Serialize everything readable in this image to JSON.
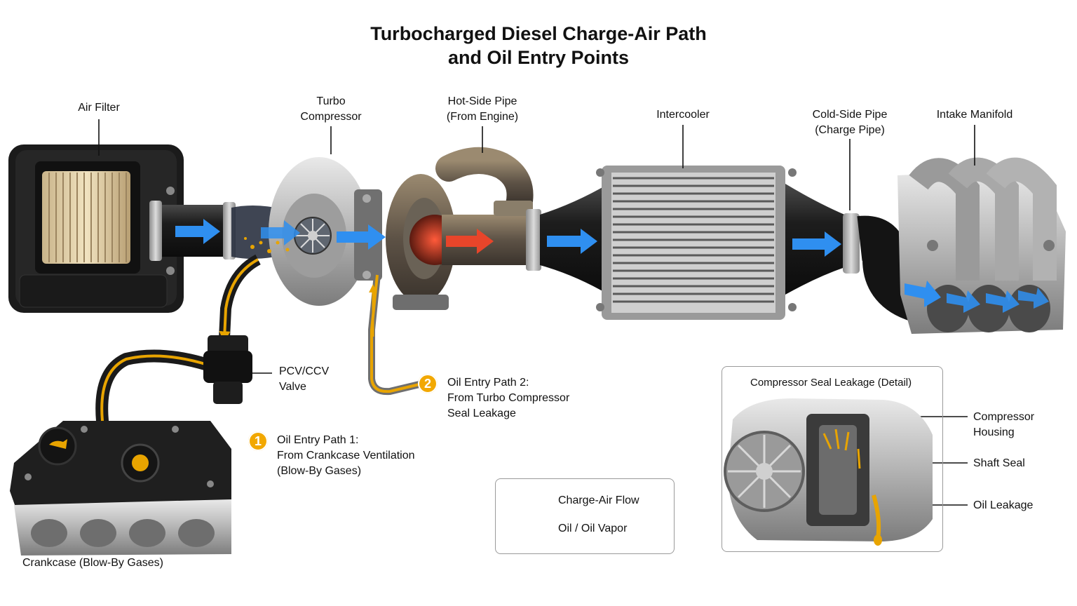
{
  "title": {
    "line1": "Turbocharged Diesel Charge-Air Path",
    "line2": "and Oil Entry Points"
  },
  "labels": {
    "air_filter": "Air Filter",
    "turbo_compressor": [
      "Turbo",
      "Compressor"
    ],
    "hot_side_pipe": [
      "Hot-Side Pipe",
      "(From Engine)"
    ],
    "intercooler": "Intercooler",
    "cold_side_pipe": [
      "Cold-Side Pipe",
      "(Charge Pipe)"
    ],
    "intake_manifold": "Intake Manifold",
    "pcv_valve": [
      "PCV/CCV",
      "Valve"
    ],
    "crankcase": "Crankcase (Blow-By Gases)"
  },
  "oil_paths": [
    {
      "number": "1",
      "lines": [
        "Oil Entry Path 1:",
        "From Crankcase Ventilation",
        "(Blow-By Gases)"
      ]
    },
    {
      "number": "2",
      "lines": [
        "Oil Entry Path 2:",
        "From Turbo Compressor",
        "Seal Leakage"
      ]
    }
  ],
  "legend": {
    "charge_air": "Charge-Air Flow",
    "oil": "Oil / Oil Vapor"
  },
  "detail": {
    "title": "Compressor Seal Leakage (Detail)",
    "compressor_housing": [
      "Compressor",
      "Housing"
    ],
    "shaft_seal": "Shaft Seal",
    "oil_leakage": "Oil Leakage"
  },
  "colors": {
    "charge_air": "#2f8ff0",
    "hot_air": "#e8452a",
    "oil": "#e8a400",
    "badge": "#f2a800"
  },
  "icons": [
    "air-filter-icon",
    "turbo-compressor-icon",
    "intercooler-icon",
    "intake-manifold-icon",
    "pcv-valve-icon",
    "crankcase-icon",
    "oil-cap-icon"
  ]
}
